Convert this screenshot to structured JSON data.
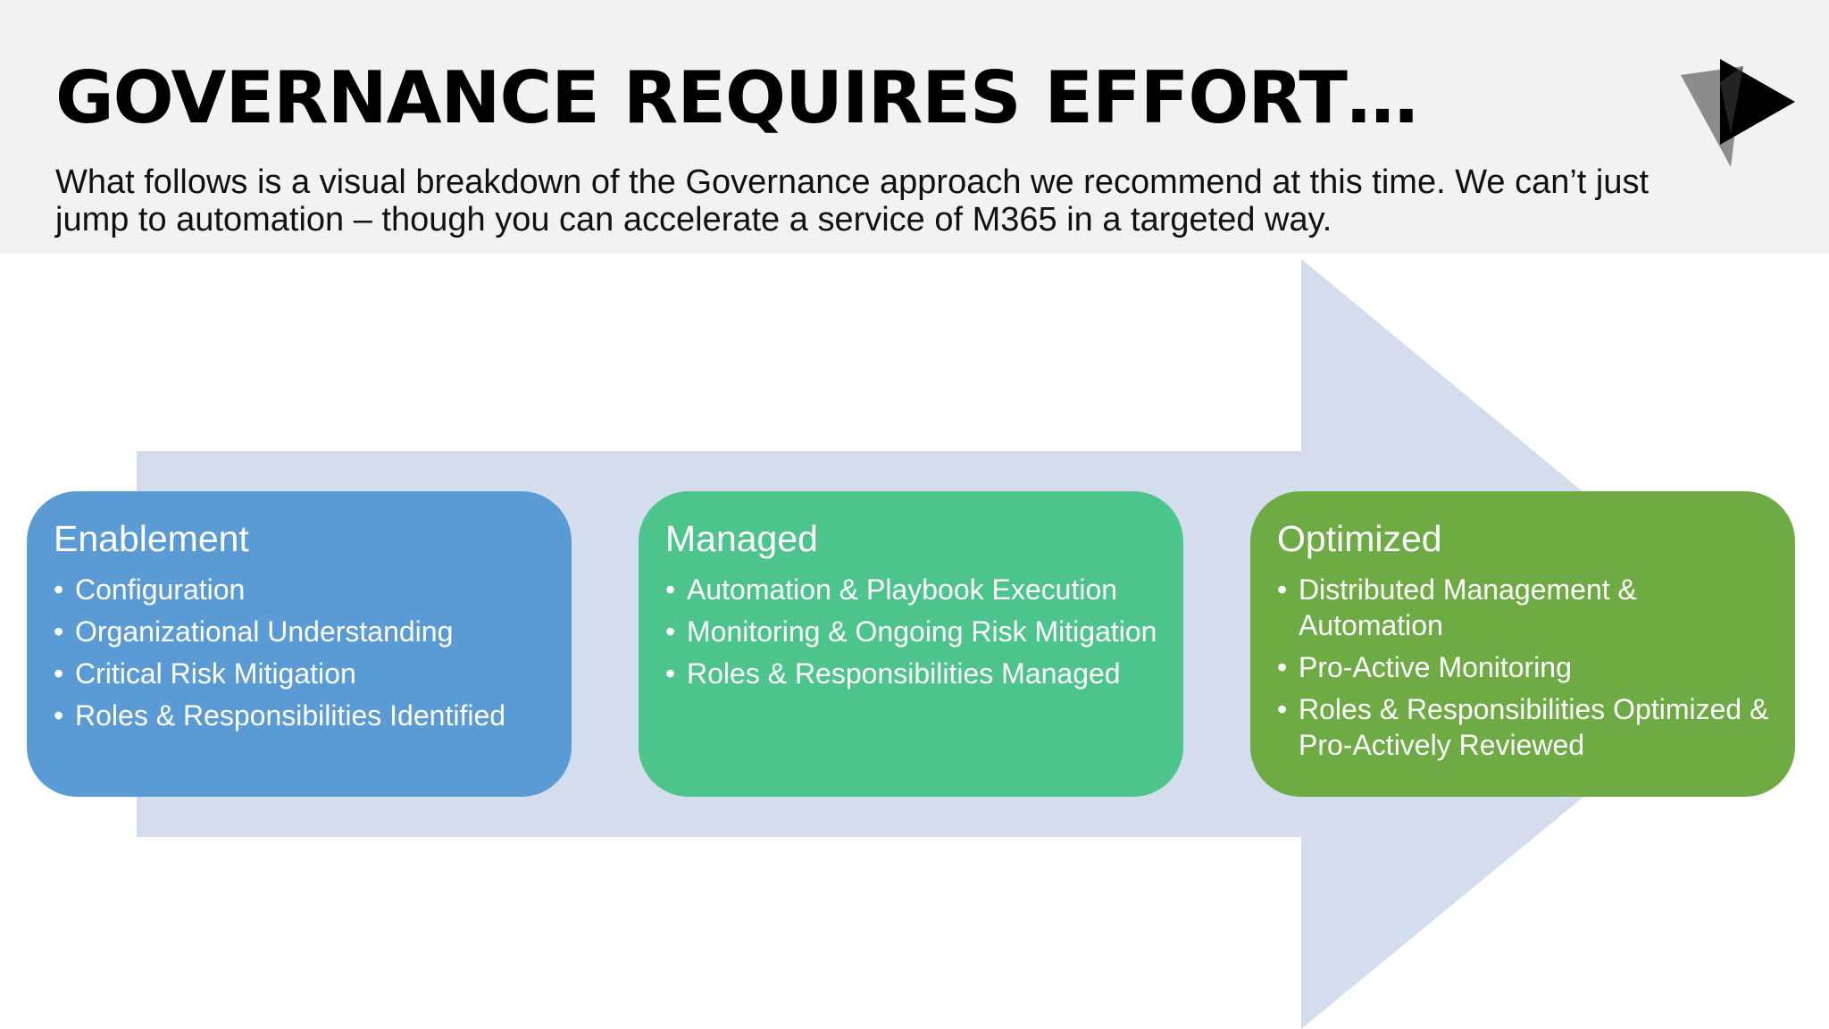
{
  "header": {
    "title": "GOVERNANCE REQUIRES EFFORT…",
    "subtitle": "What follows is a visual breakdown of the Governance approach we recommend at this time. We can’t just jump to automation – though you can accelerate a service of M365 in a targeted way.",
    "logo_icon": "play-triangle-logo"
  },
  "stages": [
    {
      "title": "Enablement",
      "color": "#5b9bd5",
      "items": [
        "Configuration",
        "Organizational Understanding",
        "Critical Risk Mitigation",
        "Roles & Responsibilities Identified"
      ]
    },
    {
      "title": "Managed",
      "color": "#4ec48d",
      "items": [
        "Automation & Playbook Execution",
        "Monitoring & Ongoing Risk Mitigation",
        "Roles & Responsibilities Managed"
      ]
    },
    {
      "title": "Optimized",
      "color": "#6eab45",
      "items": [
        "Distributed Management & Automation",
        "Pro-Active Monitoring",
        "Roles & Responsibilities Optimized & Pro-Actively Reviewed"
      ]
    }
  ],
  "colors": {
    "header_bg": "#f2f2f2",
    "arrow": "#d3ddee"
  }
}
